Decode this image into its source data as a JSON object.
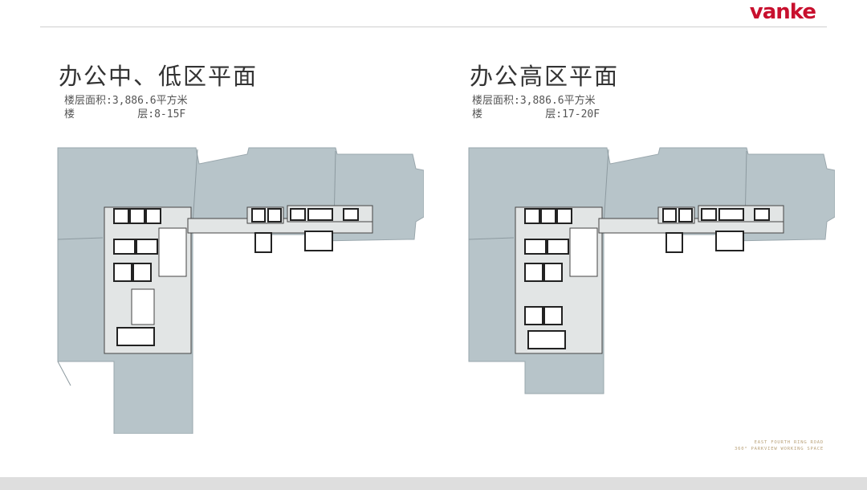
{
  "brand": {
    "logo_text": "vanke",
    "logo_color": "#c8102e"
  },
  "plans": [
    {
      "title": "办公中、低区平面",
      "area_label": "楼层面积:",
      "area_value": "3,886.6平方米",
      "floor_label": "楼          层:",
      "floor_value": "8-15F"
    },
    {
      "title": "办公高区平面",
      "area_label": "楼层面积:",
      "area_value": "3,886.6平方米",
      "floor_label": "楼          层:",
      "floor_value": "17-20F"
    }
  ],
  "footnote": {
    "line1": "EAST FOURTH RING ROAD",
    "line2": "360° PARKVIEW WORKING SPACE"
  },
  "colors": {
    "office_fill": "#b7c4c9",
    "core_fill": "#e4e6e6",
    "wall": "#444444"
  }
}
